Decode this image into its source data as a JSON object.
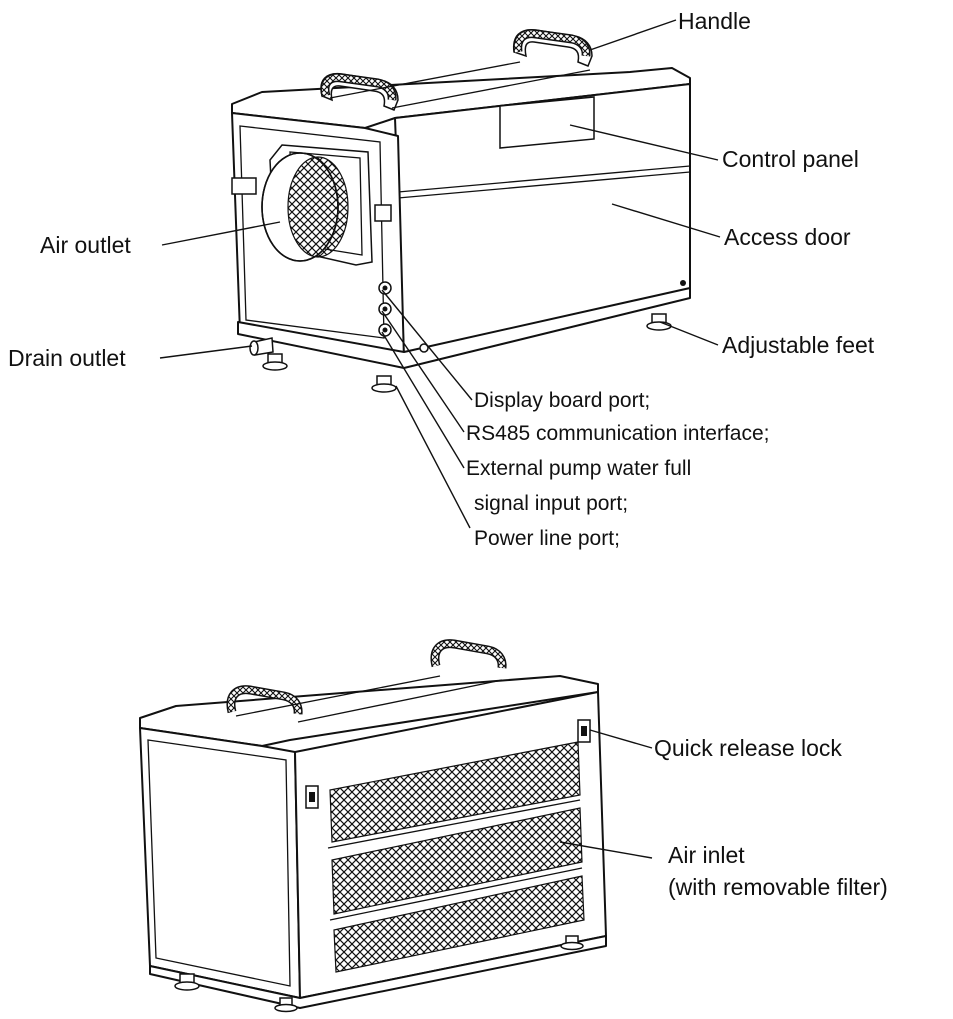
{
  "labels": {
    "handle": "Handle",
    "control_panel": "Control panel",
    "access_door": "Access door",
    "air_outlet": "Air outlet",
    "adjustable_feet": "Adjustable feet",
    "drain_outlet": "Drain outlet",
    "ports": [
      "Display board port;",
      "RS485 communication interface;",
      "External pump water full",
      "signal input port;",
      "Power line port;"
    ],
    "quick_release_lock": "Quick release lock",
    "air_inlet": "Air inlet",
    "air_inlet_note": "(with removable filter)"
  }
}
